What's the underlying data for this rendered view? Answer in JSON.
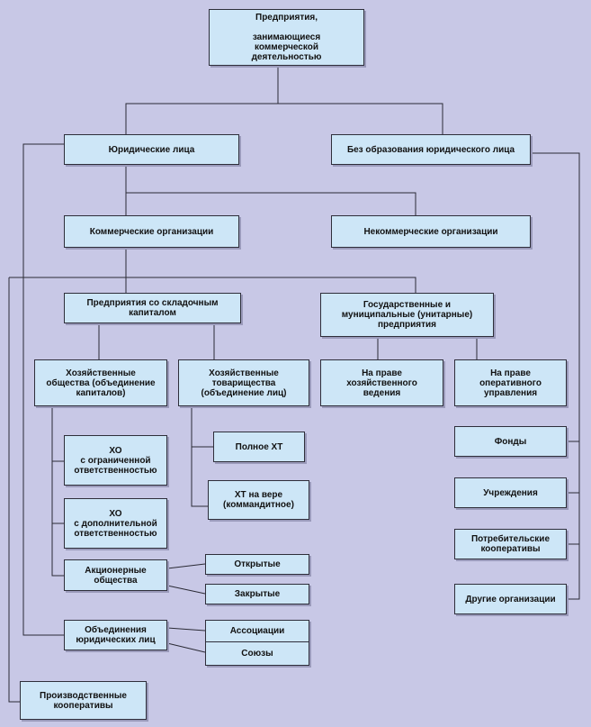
{
  "diagram": {
    "nodes": [
      {
        "id": "root",
        "label": "Предприятия,\n\nзанимающиеся\nкоммерческой\nдеятельностью"
      },
      {
        "id": "legal",
        "label": "Юридические лица"
      },
      {
        "id": "nolegal",
        "label": "Без образования юридического лица"
      },
      {
        "id": "comm",
        "label": "Коммерческие организации"
      },
      {
        "id": "noncomm",
        "label": "Некоммерческие организации"
      },
      {
        "id": "shared",
        "label": "Предприятия со складочным\nкапиталом"
      },
      {
        "id": "state",
        "label": "Государственные  и\nмуниципальные (унитарные)\nпредприятия"
      },
      {
        "id": "hozob",
        "label": "Хозяйственные\nобщества (объединение\nкапиталов)"
      },
      {
        "id": "hoztov",
        "label": "Хозяйственные\nтоварищества\n(объединение  лиц)"
      },
      {
        "id": "hozved",
        "label": "На праве\nхозяйственного\nведения"
      },
      {
        "id": "operupr",
        "label": "На праве\nоперативного\nуправления"
      },
      {
        "id": "ooo",
        "label": "ХО\nс ограниченной\nответственностью"
      },
      {
        "id": "odo",
        "label": "ХО\nс дополнительной\nответственностью"
      },
      {
        "id": "ao",
        "label": "Акционерные\nобщества"
      },
      {
        "id": "open",
        "label": "Открытые"
      },
      {
        "id": "closed",
        "label": "Закрытые"
      },
      {
        "id": "full",
        "label": "Полное ХТ"
      },
      {
        "id": "kt",
        "label": "ХТ на вере\n(коммандитное)"
      },
      {
        "id": "unions",
        "label": "Объединения\nюридических лиц"
      },
      {
        "id": "assoc",
        "label": "Ассоциации"
      },
      {
        "id": "soyuz",
        "label": "Союзы"
      },
      {
        "id": "prodcoop",
        "label": "Производственные\nкооперативы"
      },
      {
        "id": "funds",
        "label": "Фонды"
      },
      {
        "id": "inst",
        "label": "Учреждения"
      },
      {
        "id": "consumer",
        "label": "Потребительские\nкооперативы"
      },
      {
        "id": "other",
        "label": "Другие организации"
      }
    ],
    "edges": [
      [
        "root",
        "legal"
      ],
      [
        "root",
        "nolegal"
      ],
      [
        "legal",
        "comm"
      ],
      [
        "legal",
        "noncomm"
      ],
      [
        "comm",
        "shared"
      ],
      [
        "comm",
        "state"
      ],
      [
        "comm",
        "prodcoop"
      ],
      [
        "legal",
        "unions"
      ],
      [
        "shared",
        "hozob"
      ],
      [
        "shared",
        "hoztov"
      ],
      [
        "state",
        "hozved"
      ],
      [
        "state",
        "operupr"
      ],
      [
        "hozob",
        "ooo"
      ],
      [
        "hozob",
        "odo"
      ],
      [
        "hozob",
        "ao"
      ],
      [
        "ao",
        "open"
      ],
      [
        "ao",
        "closed"
      ],
      [
        "hoztov",
        "full"
      ],
      [
        "hoztov",
        "kt"
      ],
      [
        "unions",
        "assoc"
      ],
      [
        "unions",
        "soyuz"
      ],
      [
        "nolegal",
        "funds"
      ],
      [
        "nolegal",
        "inst"
      ],
      [
        "nolegal",
        "consumer"
      ],
      [
        "nolegal",
        "other"
      ]
    ]
  }
}
